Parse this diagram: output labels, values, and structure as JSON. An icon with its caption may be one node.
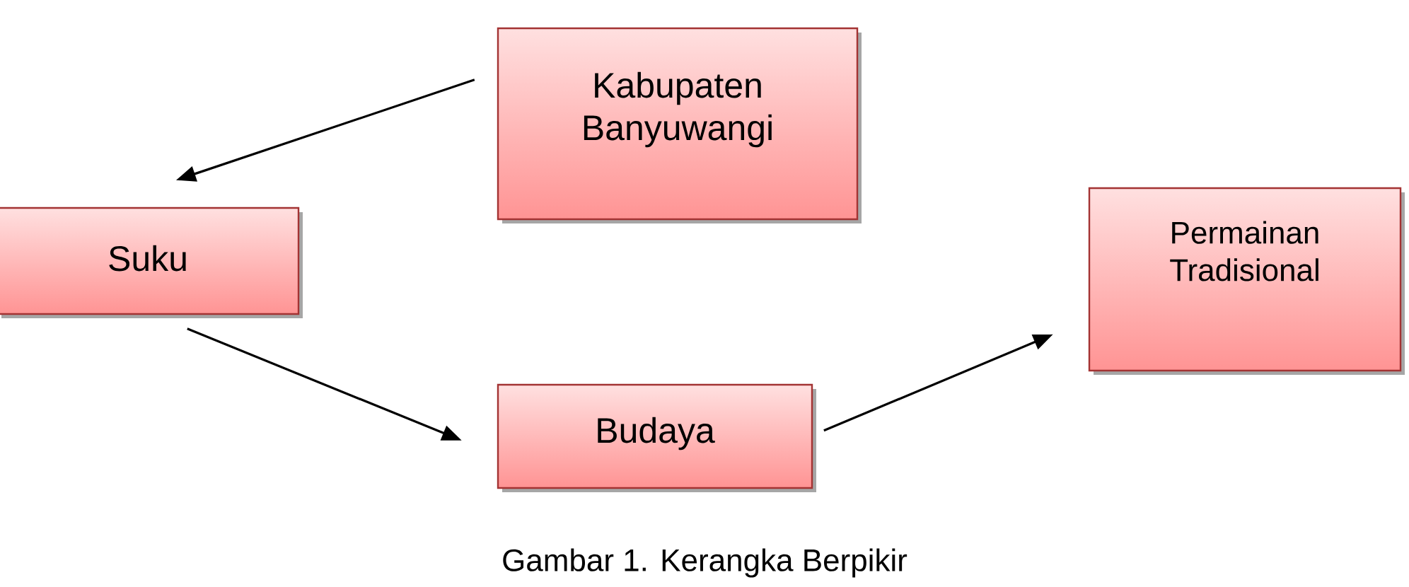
{
  "diagram": {
    "caption": "Gambar 1. Kerangka Berpikir",
    "nodes": [
      {
        "text": [
          "Kabupaten Banyuwangi"
        ]
      },
      {
        "text": [
          "Suku"
        ]
      },
      {
        "text": [
          "Budaya"
        ]
      },
      {
        "text": [
          "Permainan Tradisional"
        ]
      }
    ],
    "edges": [
      {
        "from": 0,
        "to": 1,
        "arrow": "to"
      },
      {
        "from": 1,
        "to": 2,
        "arrow": "to"
      },
      {
        "from": 2,
        "to": 3,
        "arrow": "to"
      }
    ]
  }
}
